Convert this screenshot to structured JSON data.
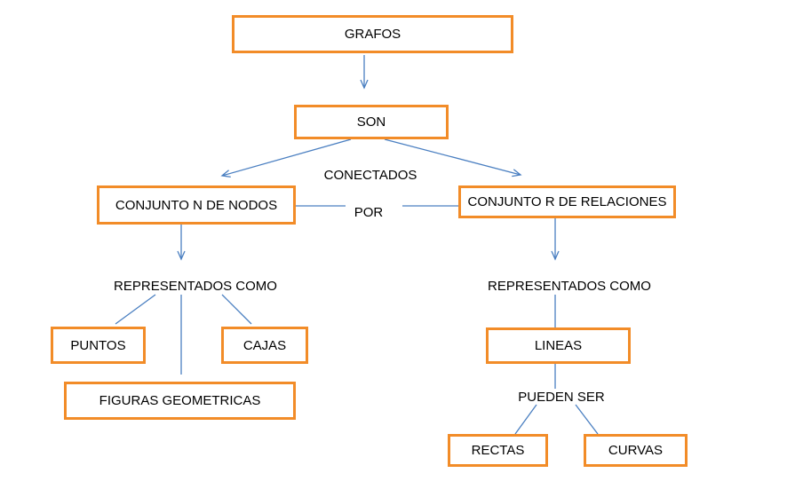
{
  "colors": {
    "box_border": "#f28c28",
    "connector": "#4a7fc1",
    "text": "#000000"
  },
  "nodes": {
    "grafos": "GRAFOS",
    "son": "SON",
    "conjunto_nodos": "CONJUNTO N DE NODOS",
    "conjunto_relaciones": "CONJUNTO R DE RELACIONES",
    "puntos": "PUNTOS",
    "cajas": "CAJAS",
    "figuras_geometricas": "FIGURAS GEOMETRICAS",
    "lineas": "LINEAS",
    "rectas": "RECTAS",
    "curvas": "CURVAS"
  },
  "labels": {
    "conectados": "CONECTADOS",
    "por": "POR",
    "representados_left": "REPRESENTADOS COMO",
    "representados_right": "REPRESENTADOS COMO",
    "pueden_ser": "PUEDEN SER"
  }
}
